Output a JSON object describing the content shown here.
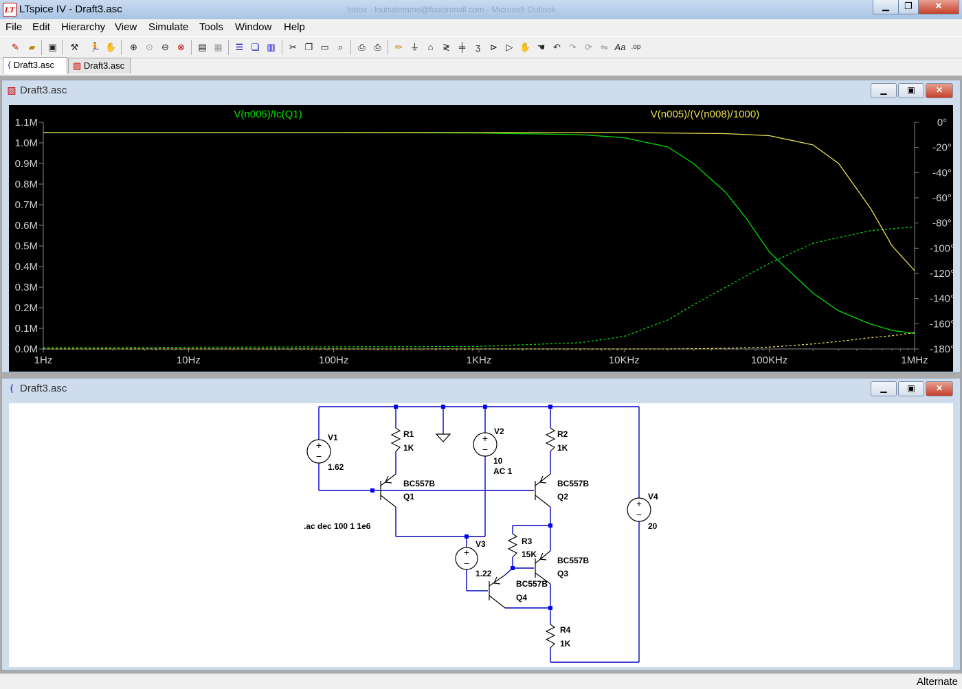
{
  "window": {
    "title": "LTspice IV - Draft3.asc",
    "faded_title": "Inbox - louisalemmo@fusionmail.com - Microsoft Outlook"
  },
  "menu": [
    "File",
    "Edit",
    "Hierarchy",
    "View",
    "Simulate",
    "Tools",
    "Window",
    "Help"
  ],
  "tabs": [
    "Draft3.asc",
    "Draft3.asc"
  ],
  "plot_window": {
    "title": "Draft3.asc"
  },
  "schematic_window": {
    "title": "Draft3.asc"
  },
  "status": {
    "mode": "Alternate"
  },
  "colors": {
    "trace_green": "#00e000",
    "trace_yellow": "#e8e050",
    "grid": "#808080",
    "wire": "#0000c0",
    "node": "#0000ff",
    "axis_text": "#d0d0d0"
  },
  "chart_data": {
    "type": "line",
    "x_scale": "log",
    "xlim": [
      1,
      1000000
    ],
    "x_ticks": [
      "1Hz",
      "10Hz",
      "100Hz",
      "1KHz",
      "10KHz",
      "100KHz",
      "1MHz"
    ],
    "y_left_ticks": [
      "1.1M",
      "1.0M",
      "0.9M",
      "0.8M",
      "0.7M",
      "0.6M",
      "0.5M",
      "0.4M",
      "0.3M",
      "0.2M",
      "0.1M",
      "0.0M"
    ],
    "ylim_left": [
      0,
      1100000
    ],
    "y_right_ticks": [
      "0°",
      "-20°",
      "-40°",
      "-60°",
      "-80°",
      "-100°",
      "-120°",
      "-140°",
      "-160°",
      "-180°"
    ],
    "ylim_right": [
      -180,
      0
    ],
    "series": [
      {
        "name": "V(n005)/Ic(Q1)",
        "color": "#00e000",
        "style": "solid",
        "axis": "left",
        "x": [
          1,
          10,
          100,
          1000,
          5000,
          10000,
          20000,
          30000,
          50000,
          70000,
          100000,
          200000,
          300000,
          500000,
          700000,
          1000000
        ],
        "y": [
          1050000,
          1050000,
          1050000,
          1048000,
          1040000,
          1025000,
          980000,
          900000,
          760000,
          630000,
          470000,
          270000,
          185000,
          120000,
          90000,
          75000
        ]
      },
      {
        "name": "V(n005)/Ic(Q1) phase",
        "color": "#00e000",
        "style": "dashed",
        "axis": "right",
        "x": [
          1,
          1000,
          5000,
          10000,
          20000,
          30000,
          50000,
          100000,
          200000,
          500000,
          1000000
        ],
        "y": [
          -179,
          -178,
          -175,
          -170,
          -157,
          -145,
          -131,
          -112,
          -96,
          -86,
          -83
        ]
      },
      {
        "name": "V(n005)/(V(n008)/1000)",
        "color": "#e8e050",
        "style": "solid",
        "axis": "left",
        "x": [
          1,
          10,
          100,
          1000,
          10000,
          50000,
          100000,
          200000,
          300000,
          500000,
          700000,
          1000000
        ],
        "y": [
          1050000,
          1050000,
          1050000,
          1050000,
          1050000,
          1045000,
          1035000,
          990000,
          900000,
          680000,
          500000,
          380000
        ]
      },
      {
        "name": "V(n005)/(V(n008)/1000) phase",
        "color": "#e8e050",
        "style": "dashed",
        "axis": "right",
        "x": [
          1,
          100,
          1000,
          10000,
          20000,
          50000,
          100000,
          200000,
          300000,
          500000,
          700000,
          1000000
        ],
        "y": [
          -180,
          -180,
          -180,
          -180,
          -180,
          -179.5,
          -178.5,
          -176,
          -174,
          -171,
          -169.5,
          -167
        ]
      }
    ]
  },
  "schematic": {
    "components": [
      {
        "ref": "V1",
        "value": "1.62"
      },
      {
        "ref": "R1",
        "value": "1K"
      },
      {
        "ref": "V2",
        "value": "10",
        "ac": "AC 1"
      },
      {
        "ref": "R2",
        "value": "1K"
      },
      {
        "ref": "Q1",
        "model": "BC557B"
      },
      {
        "ref": "Q2",
        "model": "BC557B"
      },
      {
        "ref": "V4",
        "value": "20"
      },
      {
        "ref": "R3",
        "value": "15K"
      },
      {
        "ref": "Q3",
        "model": "BC557B"
      },
      {
        "ref": "V3",
        "value": "1.22"
      },
      {
        "ref": "Q4",
        "model": "BC557B"
      },
      {
        "ref": "R4",
        "value": "1K"
      }
    ],
    "directive": ".ac dec 100 1 1e6"
  }
}
